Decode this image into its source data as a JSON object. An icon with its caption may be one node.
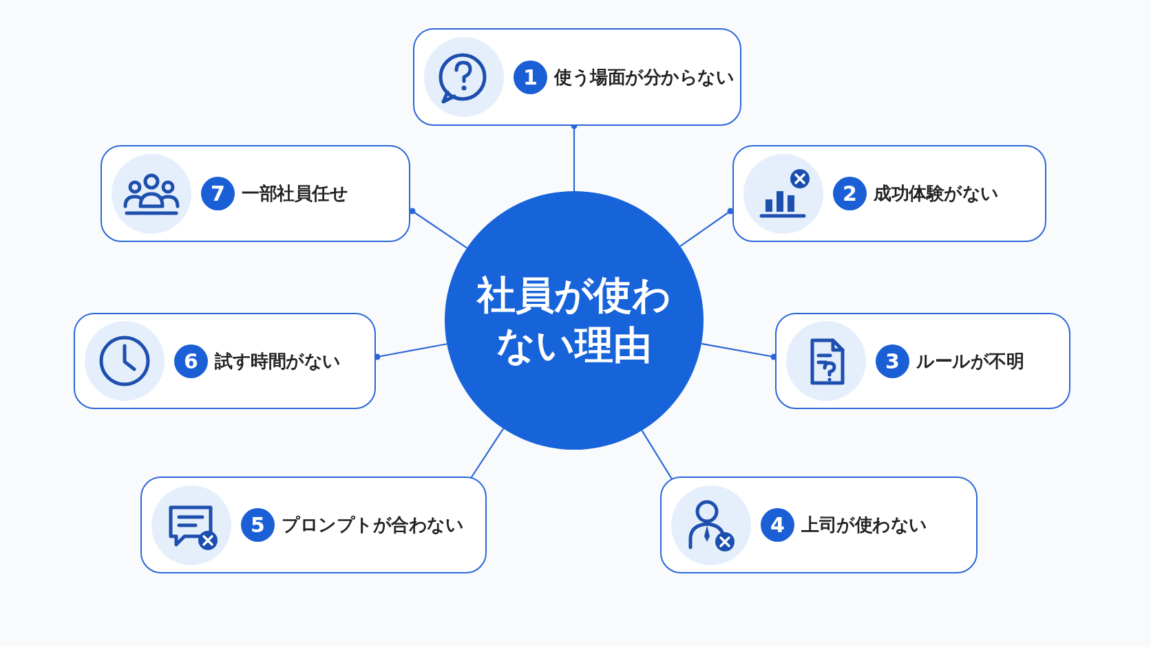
{
  "diagram": {
    "nodes": [
      {
        "text": [
          "社員が使わない理由"
        ]
      },
      {
        "text": [
          "1",
          "使う場面が分からない"
        ]
      },
      {
        "text": [
          "2",
          "成功体験がない"
        ]
      },
      {
        "text": [
          "3",
          "ルールが不明"
        ]
      },
      {
        "text": [
          "4",
          "上司が使わない"
        ]
      },
      {
        "text": [
          "5",
          "プロンプトが合わない"
        ]
      },
      {
        "text": [
          "6",
          "試す時間がない"
        ]
      },
      {
        "text": [
          "7",
          "一部社員任せ"
        ]
      }
    ],
    "edges": [
      {
        "from": 0,
        "to": 1,
        "arrow": "other"
      },
      {
        "from": 0,
        "to": 2,
        "arrow": "other"
      },
      {
        "from": 0,
        "to": 3,
        "arrow": "other"
      },
      {
        "from": 0,
        "to": 4,
        "arrow": "other"
      },
      {
        "from": 0,
        "to": 5,
        "arrow": "other"
      },
      {
        "from": 0,
        "to": 6,
        "arrow": "other"
      },
      {
        "from": 0,
        "to": 7,
        "arrow": "other"
      }
    ]
  }
}
